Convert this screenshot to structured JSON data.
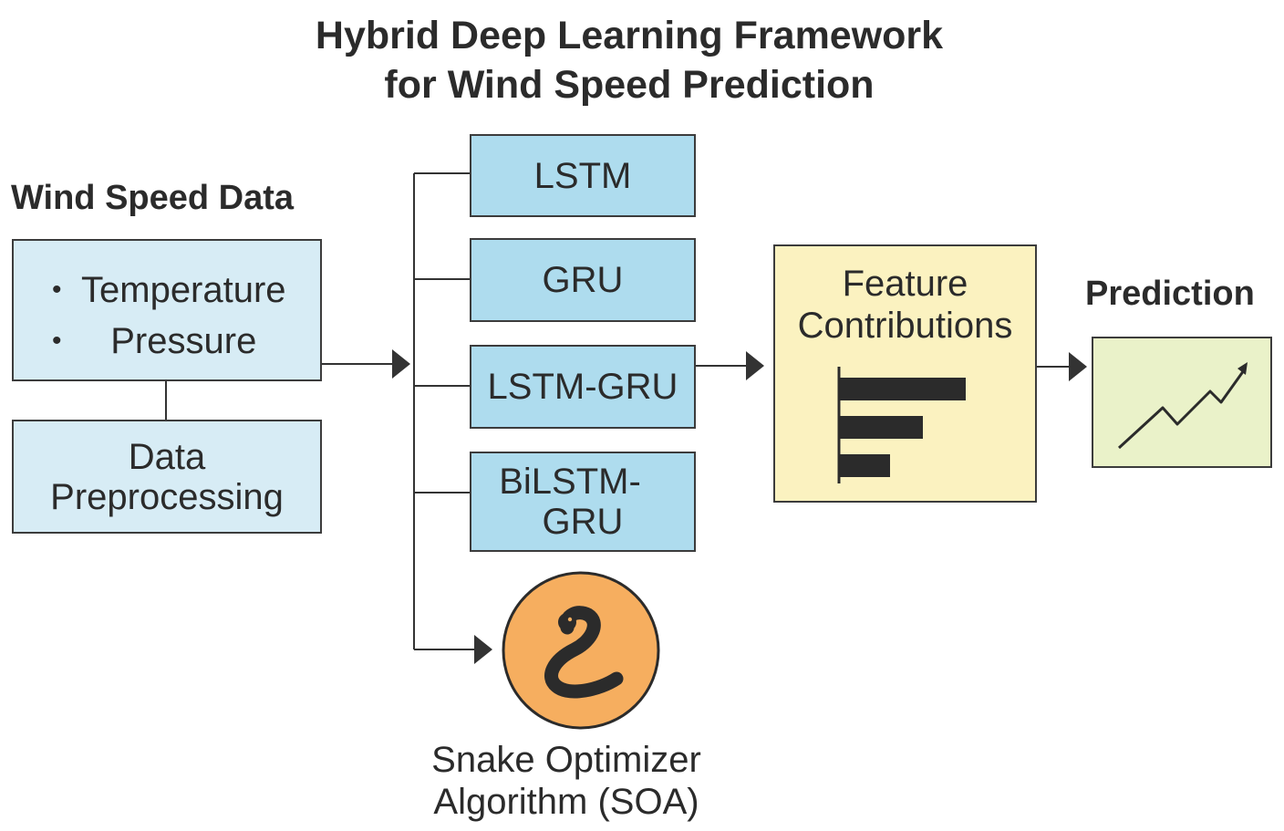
{
  "title": {
    "line1": "Hybrid Deep Learning Framework",
    "line2": "for Wind Speed Prediction"
  },
  "input": {
    "heading": "Wind Speed Data",
    "features": [
      "Temperature",
      "Pressure"
    ],
    "preprocessing": {
      "line1": "Data",
      "line2": "Preprocessing"
    }
  },
  "models": [
    {
      "line1": "LSTM",
      "line2": ""
    },
    {
      "line1": "GRU",
      "line2": ""
    },
    {
      "line1": "LSTM-GRU",
      "line2": ""
    },
    {
      "line1": "BiLSTM-",
      "line2": "GRU"
    }
  ],
  "optimizer": {
    "line1": "Snake Optimizer",
    "line2": "Algorithm (SOA)",
    "icon": "snake-icon"
  },
  "feature_contributions": {
    "line1": "Feature",
    "line2": "Contributions",
    "bars": [
      1.0,
      0.66,
      0.4
    ],
    "icon": "bar-chart-icon"
  },
  "prediction": {
    "heading": "Prediction",
    "icon": "trend-up-icon"
  },
  "colors": {
    "model_fill": "#aedcee",
    "input_fill": "#d7ecf5",
    "feature_fill": "#fbf2c0",
    "prediction_fill": "#eaf2c9",
    "optimizer_fill": "#f6ae5f",
    "ink": "#2b2b2b"
  }
}
